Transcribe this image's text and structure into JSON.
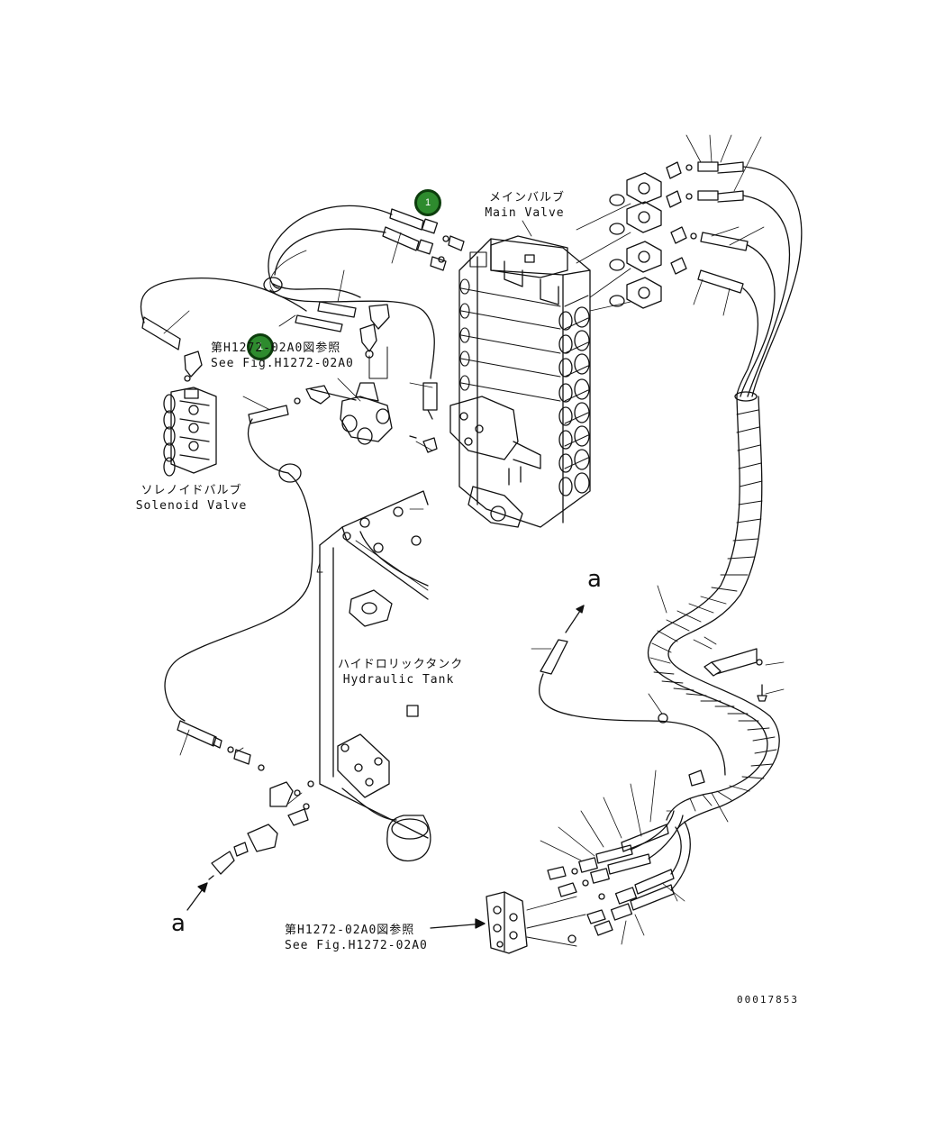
{
  "labels": {
    "main_valve_jp": "メインバルブ",
    "main_valve_en": "Main Valve",
    "solenoid_valve_jp": "ソレノイドバルブ",
    "solenoid_valve_en": "Solenoid Valve",
    "hydraulic_tank_jp": "ハイドロリックタンク",
    "hydraulic_tank_en": "Hydraulic Tank",
    "see_fig_top_jp": "第H1272-02A0図参照",
    "see_fig_top_en": "See Fig.H1272-02A0",
    "see_fig_bottom_jp": "第H1272-02A0図参照",
    "see_fig_bottom_en": "See Fig.H1272-02A0",
    "ref_a_top": "a",
    "ref_a_bottom": "a",
    "drawing_code": "00017853"
  },
  "callouts": [
    {
      "number": "1",
      "color": "#2e8b2e"
    },
    {
      "number": "1",
      "color": "#2e8b2e"
    }
  ]
}
